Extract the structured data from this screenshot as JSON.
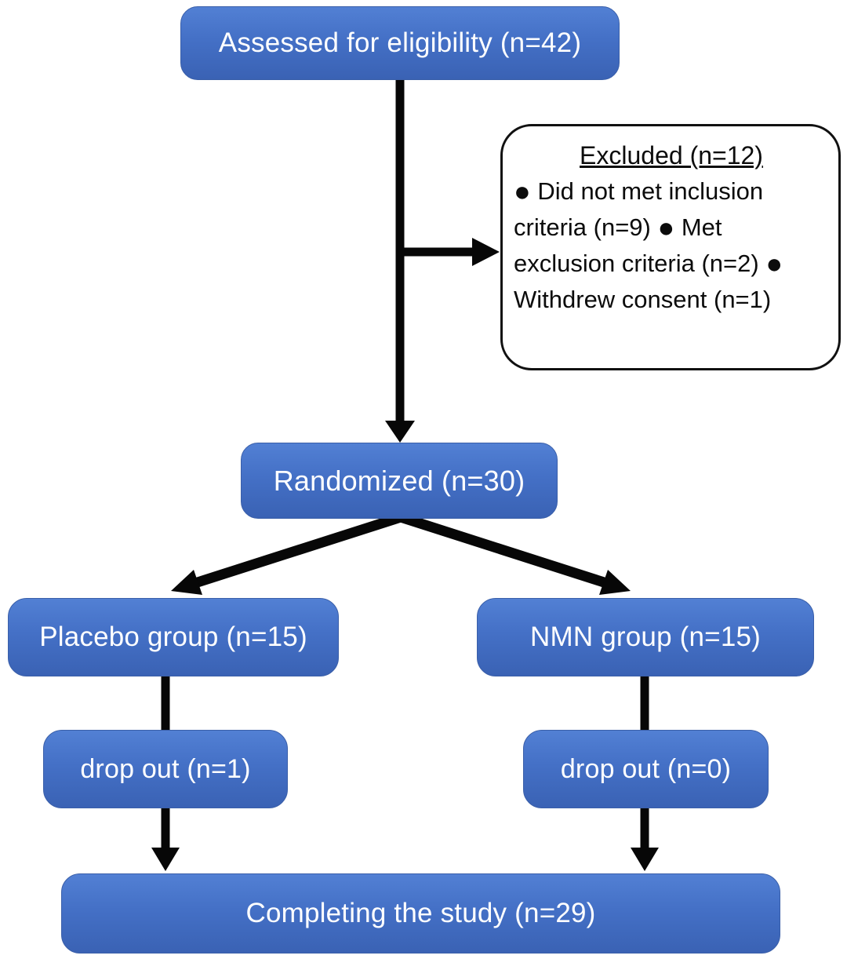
{
  "figure": {
    "type": "consort-flow-diagram",
    "boxes": {
      "assessed": {
        "label": "Assessed for eligibility (n=42)"
      },
      "excluded": {
        "title": "Excluded (n=12)",
        "bullet_icon": "●",
        "items": [
          {
            "label": " Did not met inclusion criteria (n=9)"
          },
          {
            "label": " Met exclusion criteria (n=2)"
          },
          {
            "label": " Withdrew consent (n=1)"
          }
        ]
      },
      "randomized": {
        "label": "Randomized (n=30)"
      },
      "placebo": {
        "label": "Placebo group (n=15)"
      },
      "nmn": {
        "label": "NMN group (n=15)"
      },
      "dropout_placebo": {
        "label": "drop out (n=1)"
      },
      "dropout_nmn": {
        "label": "drop out (n=0)"
      },
      "completing": {
        "label": "Completing the study (n=29)"
      }
    },
    "colors": {
      "box_fill_top": "#5280d4",
      "box_fill_bottom": "#3a62b4",
      "box_text": "#ffffff",
      "excluded_border": "#111111",
      "excluded_text": "#0c0c0c",
      "arrow": "#070707",
      "background": "#ffffff"
    }
  }
}
